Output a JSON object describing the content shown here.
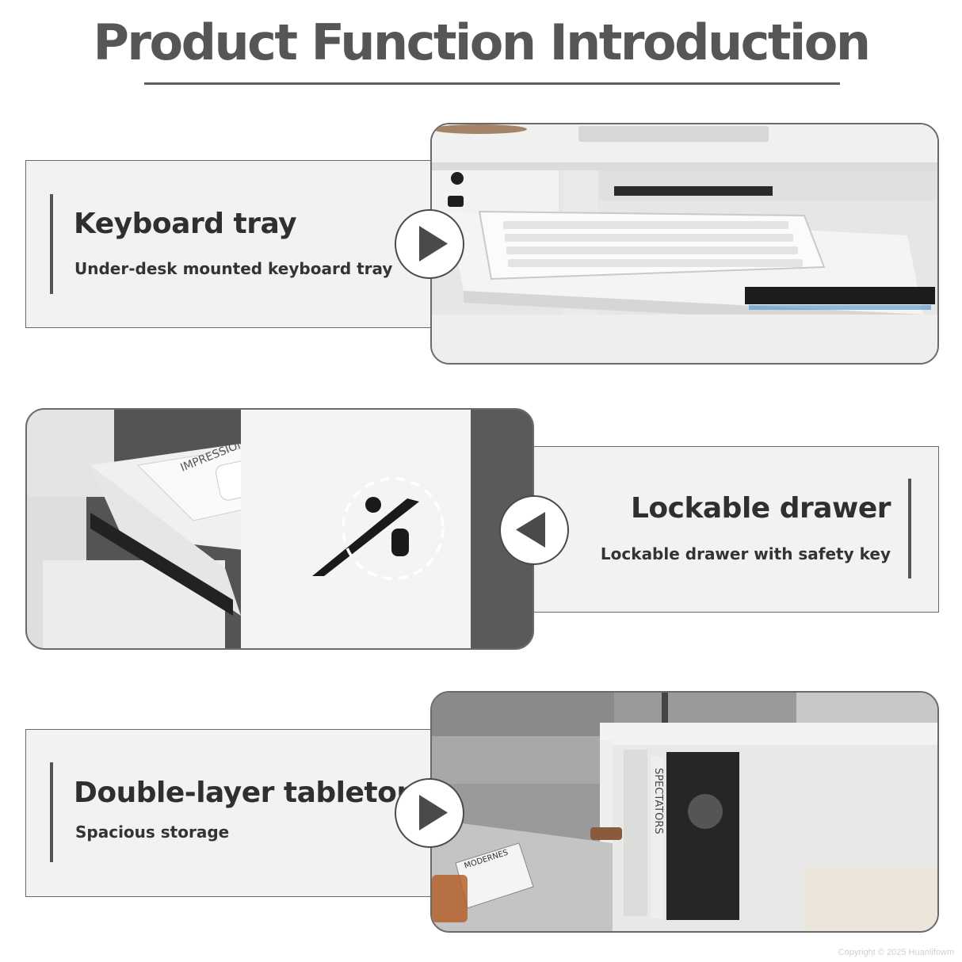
{
  "header": {
    "title": "Product Function Introduction"
  },
  "features": [
    {
      "title": "Keyboard tray",
      "subtitle": "Under-desk mounted keyboard tray",
      "arrow_icon": "play-right-icon"
    },
    {
      "title": "Lockable drawer",
      "subtitle": "Lockable drawer with safety key",
      "arrow_icon": "play-left-icon"
    },
    {
      "title": "Double-layer tabletop",
      "subtitle": "Spacious storage",
      "arrow_icon": "play-right-icon"
    }
  ],
  "photo_texts": {
    "book_spine_1": "IMPRESSION",
    "book_spine_2": "SPECTATORS",
    "magazine": "MODERNES"
  },
  "footer": {
    "copyright": "Copyright © 2025 Huanlifowm"
  },
  "colors": {
    "panel_bg": "#f2f2f2",
    "border": "#6a6a6a",
    "title": "#565656",
    "text": "#2f2f2f"
  }
}
